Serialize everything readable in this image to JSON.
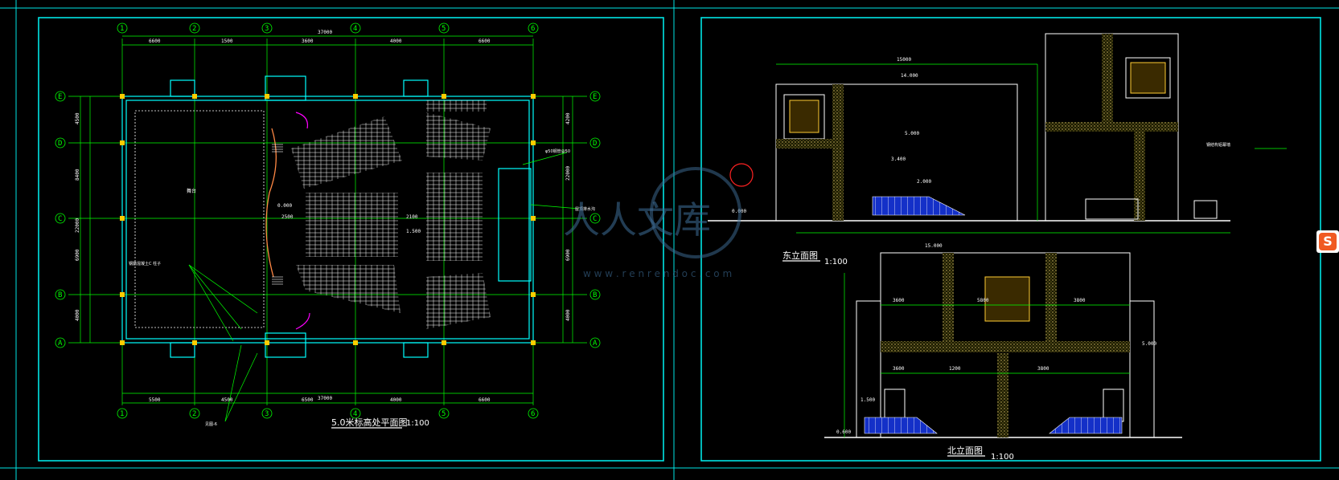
{
  "plan": {
    "title": "5.0米标高处平面图",
    "scale": "1:100",
    "axis_numbers": [
      "1",
      "2",
      "3",
      "4",
      "5",
      "6"
    ],
    "axis_letters": [
      "E",
      "D",
      "C",
      "B",
      "A"
    ],
    "top_dims": [
      "6600",
      "1500",
      "3600",
      "4000",
      "6600"
    ],
    "overall": "37000",
    "bottom_dims": [
      "5500",
      "4500",
      "6500",
      "4000",
      "6600"
    ],
    "stage_label": "舞台",
    "level_mark": "0.000",
    "seat_dim": "2500",
    "mid_dim": "2100",
    "slope": "1.500",
    "left_dims": [
      "4500",
      "8400",
      "22000",
      "6900",
      "4000"
    ],
    "right_dims": [
      "4200",
      "22000",
      "6900",
      "4000"
    ],
    "note_wall": "屋顶排水沟",
    "note_c": "钢筋混凝土C 柱子",
    "note_side": "舞台",
    "note_bottom": "见图-6",
    "note_dia": "φ50钢管@50"
  },
  "east": {
    "title": "东立面图",
    "scale": "1:100",
    "top_dim": "15000",
    "marks": [
      "14.000",
      "5.000",
      "3.400",
      "2.000",
      "0.000"
    ],
    "note": "钢结构铝幕墙"
  },
  "north": {
    "title": "北立面图",
    "scale": "1:100",
    "dims": [
      "3600",
      "5800",
      "3800",
      "3600",
      "1200",
      "3800"
    ],
    "marks": [
      "15.000",
      "5.000",
      "1.500",
      "0.600"
    ]
  },
  "watermark": {
    "text": "人人文库",
    "url": "w w w . r e n r e n d o c . c o m"
  },
  "colors": {
    "frame": "#00e5e5",
    "wall": "#00ffff",
    "dim": "#00ff00",
    "seat": "#ffffff",
    "door": "#ff00ff",
    "column": "#ffcc00",
    "brand": "#f05a22"
  }
}
